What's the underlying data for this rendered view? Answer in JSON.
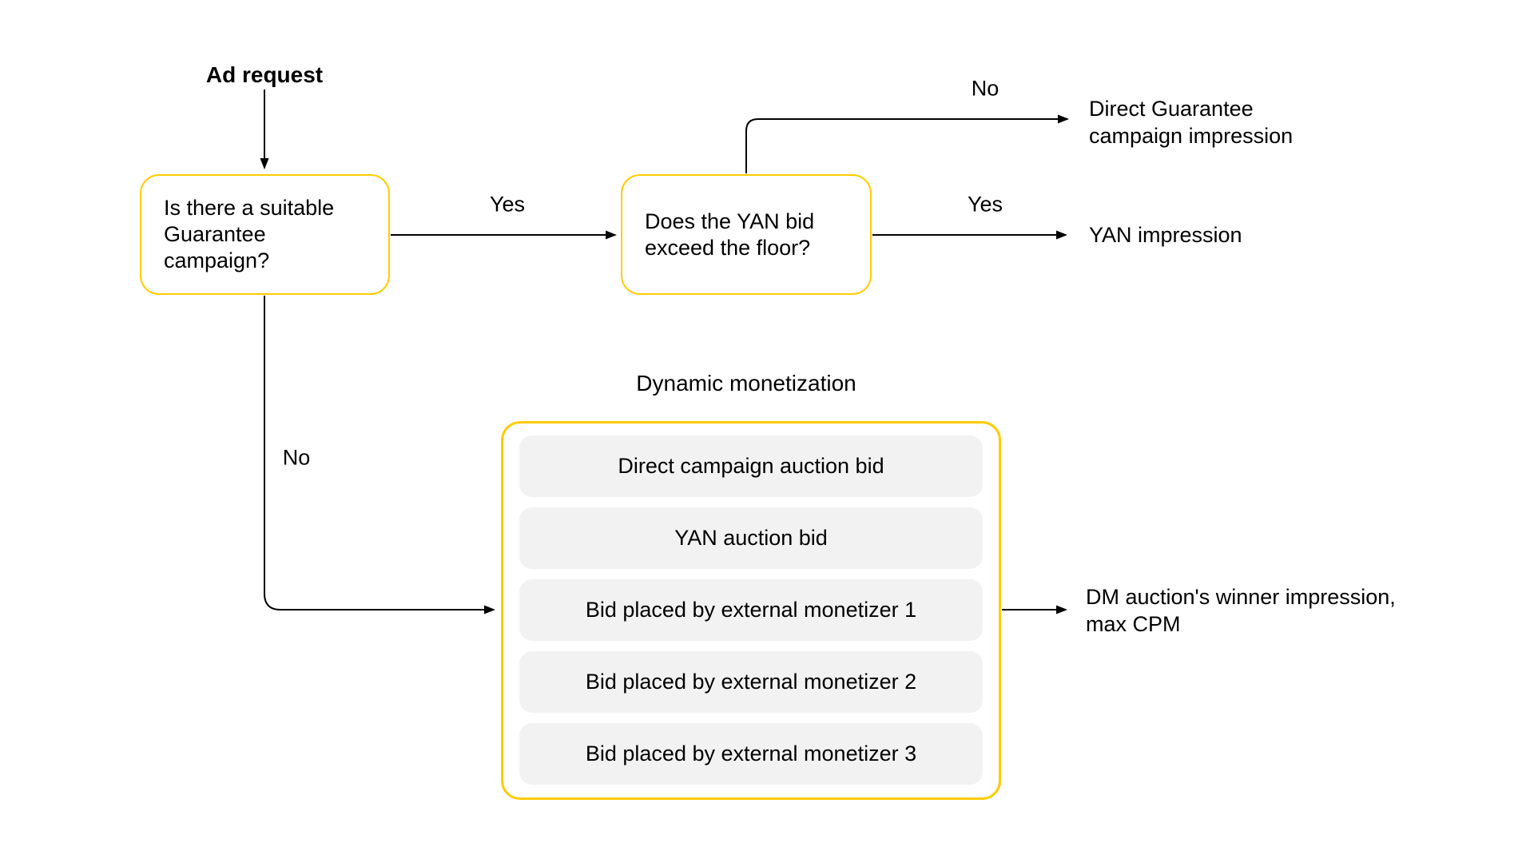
{
  "diagram": {
    "colors": {
      "accent": "#FFCC00",
      "row_bg": "#F2F2F2",
      "line": "#000000",
      "text": "#000000"
    },
    "start": {
      "label": "Ad request"
    },
    "q1": {
      "lines": [
        "Is there a suitable",
        "Guarantee",
        "campaign?"
      ]
    },
    "q2": {
      "lines": [
        "Does the YAN bid",
        "exceed the floor?"
      ]
    },
    "edge_labels": {
      "q1_yes": "Yes",
      "q1_no": "No",
      "q2_yes": "Yes",
      "q2_no": "No"
    },
    "dm": {
      "title": "Dynamic monetization",
      "rows": [
        "Direct campaign auction bid",
        "YAN auction bid",
        "Bid placed by external monetizer 1",
        "Bid placed by external monetizer 2",
        "Bid placed by external monetizer 3"
      ]
    },
    "outcomes": {
      "direct_guarantee": {
        "lines": [
          "Direct Guarantee",
          "campaign impression"
        ]
      },
      "yan": {
        "label": "YAN impression"
      },
      "dm_winner": {
        "lines": [
          "DM auction's winner impression,",
          "max CPM"
        ]
      }
    }
  }
}
